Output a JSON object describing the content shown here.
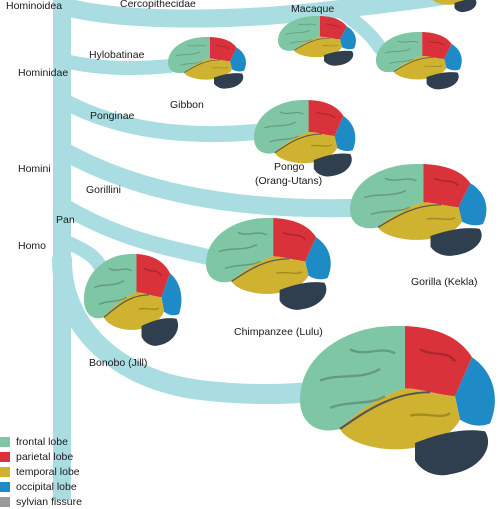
{
  "taxa": {
    "hominoidea": "Hominoidea",
    "cercopithecidae": "Cercopithecidae",
    "macaque": "Macaque",
    "hylobatinae": "Hylobatinae",
    "hominidae": "Hominidae",
    "gibbon": "Gibbon",
    "ponginae": "Ponginae",
    "pongo_1": "Pongo",
    "pongo_2": "(Orang-Utans)",
    "homini": "Homini",
    "gorillini": "Gorillini",
    "pan": "Pan",
    "homo": "Homo",
    "gorilla": "Gorilla (Kekla)",
    "chimpanzee": "Chimpanzee (Lulu)",
    "bonobo": "Bonobo (Jill)"
  },
  "legend": [
    {
      "label": "frontal lobe",
      "color": "#7fc6a4"
    },
    {
      "label": "parietal lobe",
      "color": "#d9323a"
    },
    {
      "label": "temporal lobe",
      "color": "#cfb22f"
    },
    {
      "label": "occipital lobe",
      "color": "#1f8bc6"
    },
    {
      "label": "sylvian fissure",
      "color": "#9a9a9a"
    }
  ],
  "colors": {
    "branch": "#a9dde2",
    "frontal": "#7fc6a4",
    "parietal": "#d9323a",
    "temporal": "#cfb22f",
    "occipital": "#1f8bc6",
    "cerebellum": "#2f3f4f"
  }
}
